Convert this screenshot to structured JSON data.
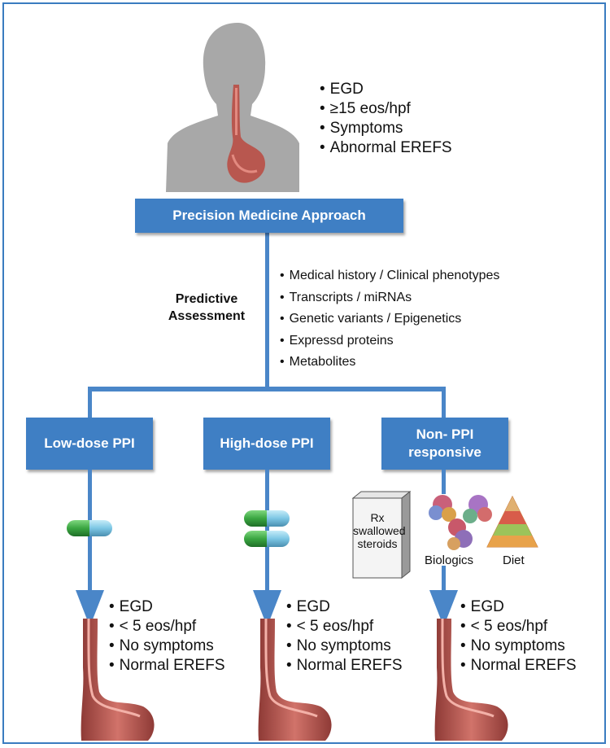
{
  "header_bullets": [
    "EGD",
    "≥15 eos/hpf",
    "Symptoms",
    "Abnormal EREFS"
  ],
  "approach_box": "Precision Medicine Approach",
  "predictive_label": [
    "Predictive",
    "Assessment"
  ],
  "assessment_bullets": [
    "Medical history / Clinical phenotypes",
    "Transcripts / miRNAs",
    "Genetic variants / Epigenetics",
    "Expressd proteins",
    "Metabolites"
  ],
  "branches": [
    {
      "label": [
        "Low-dose PPI"
      ]
    },
    {
      "label": [
        "High-dose PPI"
      ]
    },
    {
      "label": [
        "Non- PPI",
        "responsive"
      ]
    }
  ],
  "rx_box": [
    "Rx",
    "swallowed",
    "steroids"
  ],
  "biologics_caption": "Biologics",
  "diet_caption": "Diet",
  "outcome_bullets": [
    "EGD",
    "< 5 eos/hpf",
    "No symptoms",
    "Normal EREFS"
  ],
  "colors": {
    "accent": "#3f7fc4",
    "pill_green": "#3aa641",
    "pill_blue": "#7cc6e4",
    "tissue": "#b85a5a"
  }
}
